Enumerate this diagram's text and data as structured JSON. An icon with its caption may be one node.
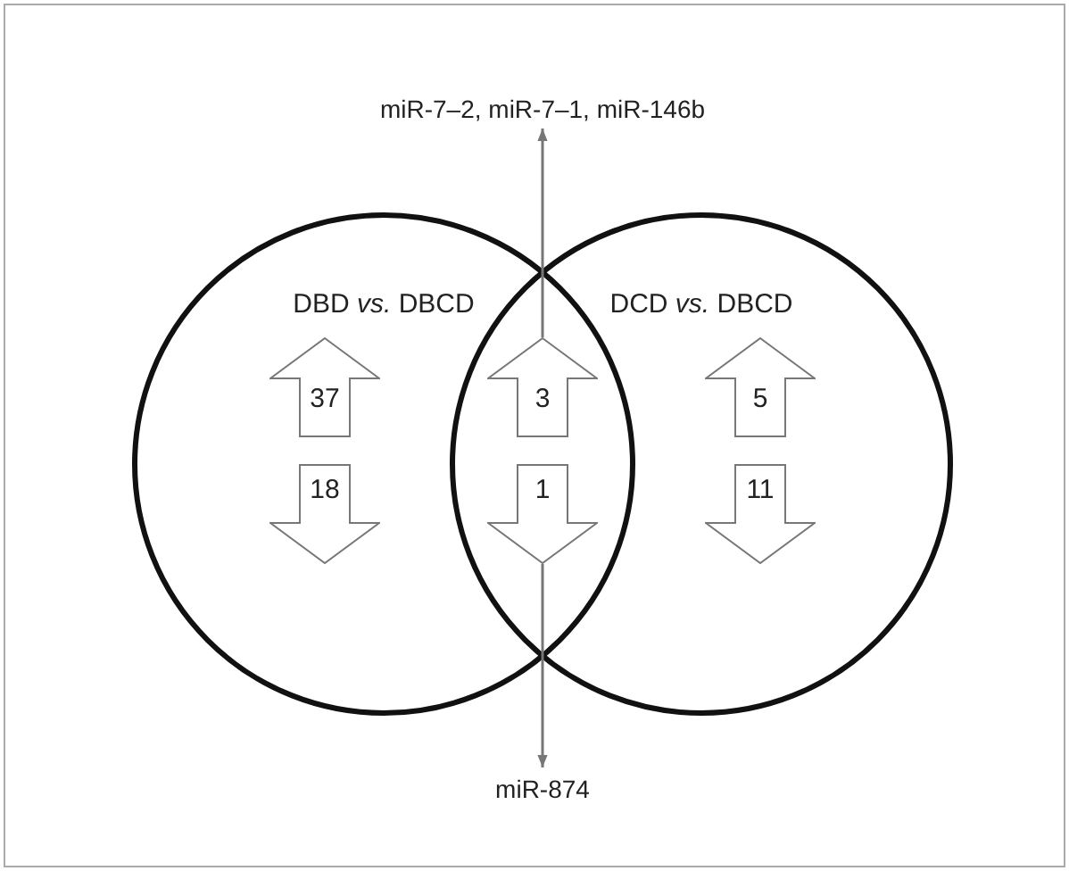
{
  "diagram": {
    "nodes": [
      {
        "text": [
          "miR-7–2, miR-7–1, miR-146b"
        ]
      },
      {
        "text": [
          "DBD *vs.* DBCD"
        ]
      },
      {
        "text": [
          "DCD *vs.* DBCD"
        ]
      },
      {
        "text": [
          "37"
        ],
        "in": 1
      },
      {
        "text": [
          "3"
        ]
      },
      {
        "text": [
          "5"
        ],
        "in": 2
      },
      {
        "text": [
          "18"
        ],
        "in": 1
      },
      {
        "text": [
          "1"
        ]
      },
      {
        "text": [
          "11"
        ],
        "in": 2
      },
      {
        "text": [
          "miR-874"
        ]
      }
    ],
    "edges": [
      {
        "from": 4,
        "to": 0,
        "arrow": "to"
      },
      {
        "from": 7,
        "to": 9,
        "arrow": "to"
      }
    ]
  }
}
